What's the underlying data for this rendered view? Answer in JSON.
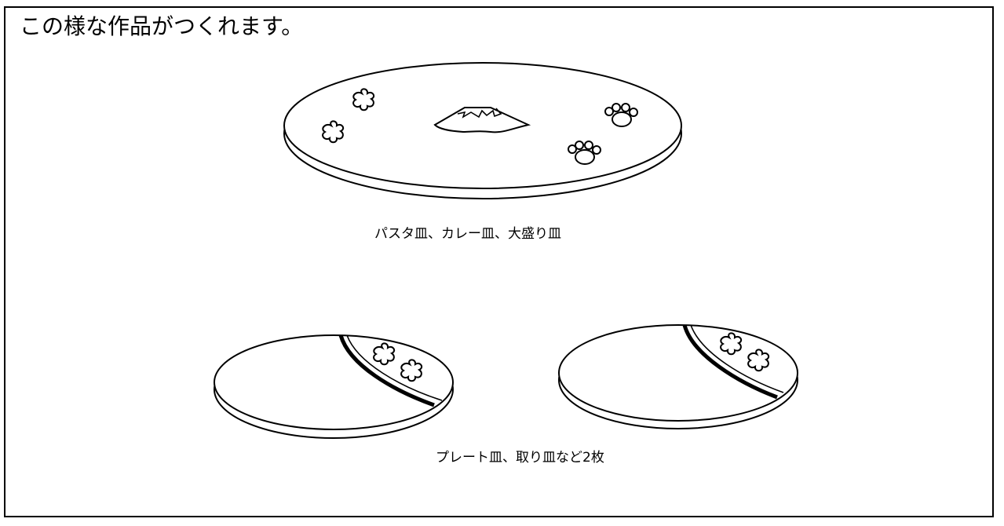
{
  "heading": "この様な作品がつくれます。",
  "large_plate": {
    "caption": "パスタ皿、カレー皿、大盛り皿",
    "decorations": [
      "flower-icon",
      "flower-icon",
      "mount-fuji-icon",
      "paw-print-icon",
      "paw-print-icon"
    ]
  },
  "small_plates": {
    "caption": "プレート皿、取り皿など2枚",
    "count": 2,
    "decorations": [
      "curved-stripe",
      "flower-icon",
      "flower-icon"
    ]
  },
  "colors": {
    "line": "#000000",
    "background": "#ffffff"
  }
}
